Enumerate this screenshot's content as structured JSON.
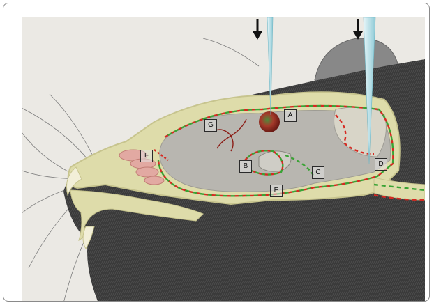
{
  "diagram": {
    "labels": [
      {
        "id": "A",
        "text": "A"
      },
      {
        "id": "B",
        "text": "B"
      },
      {
        "id": "C",
        "text": "C"
      },
      {
        "id": "D",
        "text": "D"
      },
      {
        "id": "E",
        "text": "E"
      },
      {
        "id": "F",
        "text": "F"
      },
      {
        "id": "G",
        "text": "G"
      }
    ],
    "colors": {
      "fur": "#3d3d3d",
      "skull": "#dedcaa",
      "brain": "#b8b6b0",
      "csf_flow_green": "#3aa335",
      "csf_flow_red": "#d62a22",
      "needle": "#bfe3ea",
      "arrow": "#111111",
      "injection_sphere": "#b0342a",
      "nasal_tissue": "#e2a9a2"
    },
    "icons": [
      "down-arrow-icon",
      "injection-needle-icon"
    ]
  }
}
